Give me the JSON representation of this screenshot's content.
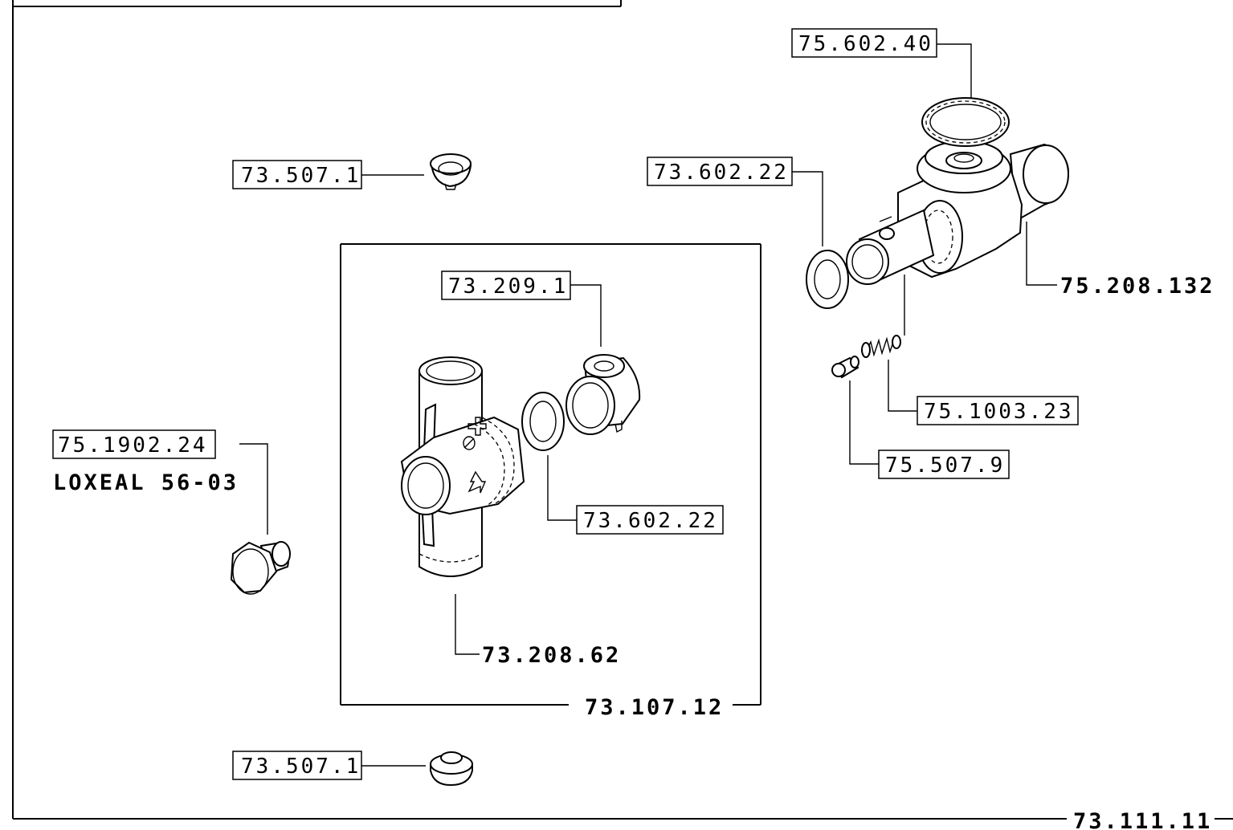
{
  "labels": {
    "l_75_602_40": "75.602.40",
    "l_73_602_22_top": "73.602.22",
    "l_75_208_132": "75.208.132",
    "l_73_507_1_top": "73.507.1",
    "l_73_209_1": "73.209.1",
    "l_75_1003_23": "75.1003.23",
    "l_75_507_9": "75.507.9",
    "l_75_1902_24": "75.1902.24",
    "loxeal": "LOXEAL 56-03",
    "l_73_602_22_mid": "73.602.22",
    "l_73_208_62": "73.208.62",
    "l_73_107_12": "73.107.12",
    "l_73_507_1_bottom": "73.507.1",
    "l_73_111_11": "73.111.11"
  }
}
